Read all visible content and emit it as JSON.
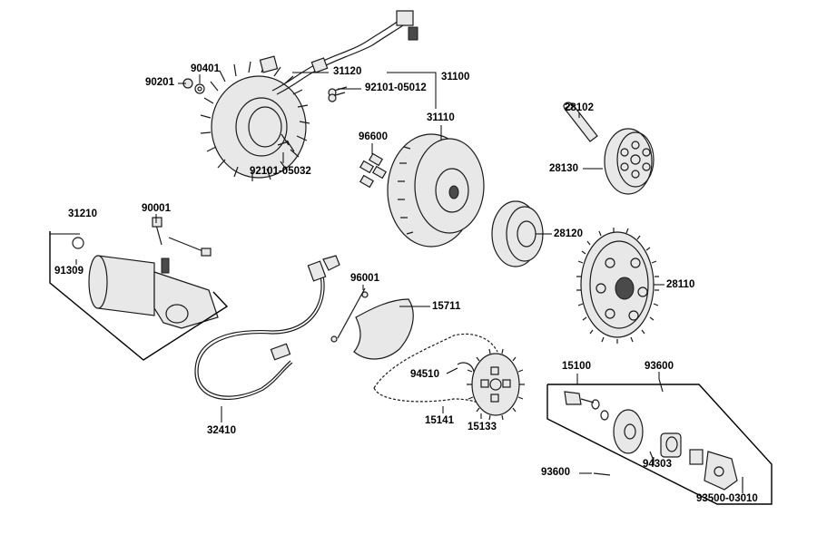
{
  "labels": {
    "p31120": "31120",
    "p31100": "31100",
    "p31110": "31110",
    "p90401": "90401",
    "p90201": "90201",
    "p92101_05012": "92101-05012",
    "p96600": "96600",
    "p92101_05032": "92101-05032",
    "p28102": "28102",
    "p28130": "28130",
    "p28120": "28120",
    "p28110": "28110",
    "p31210": "31210",
    "p90001": "90001",
    "p91309": "91309",
    "p96001": "96001",
    "p15711": "15711",
    "p94510": "94510",
    "p15141": "15141",
    "p15133": "15133",
    "p32410": "32410",
    "p15100": "15100",
    "p93600a": "93600",
    "p94303": "94303",
    "p93600b": "93600",
    "p93500_03010": "93500-03010"
  }
}
